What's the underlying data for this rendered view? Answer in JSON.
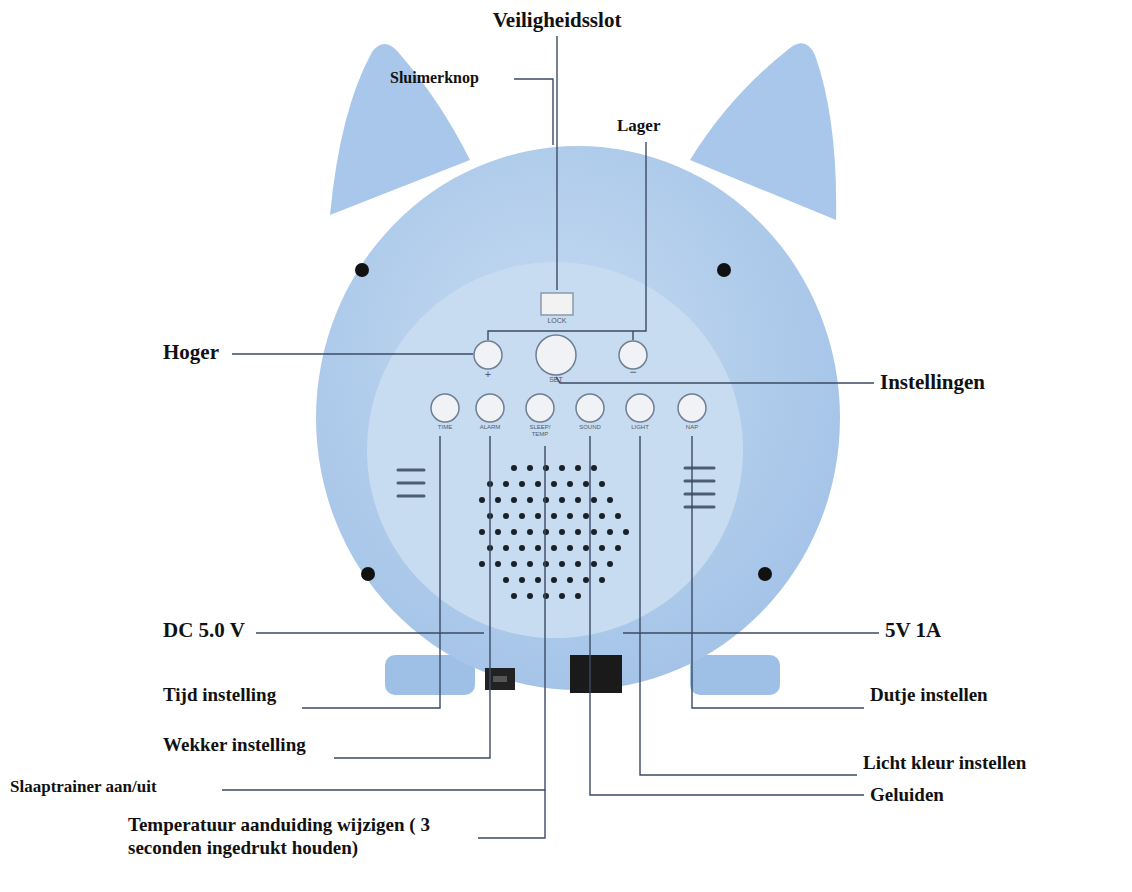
{
  "diagram": {
    "labels": [
      "Veiligheidsslot",
      "Sluimerknop",
      "Lager",
      "Hoger",
      "Instellingen",
      "LOCK",
      "+",
      "SET",
      "−",
      "TIME",
      "ALARM",
      "SLEEP/ TEMP",
      "SOUND",
      "LIGHT",
      "NAP",
      "DC 5.0 V",
      "5V 1A",
      "Tijd instelling",
      "Dutje instellen",
      "Wekker instelling",
      "Licht kleur instellen",
      "Slaaptrainer aan/uit",
      "Geluiden",
      "Temperatuur aanduiding wijzigen ( 3 seconden ingedrukt houden)"
    ]
  }
}
